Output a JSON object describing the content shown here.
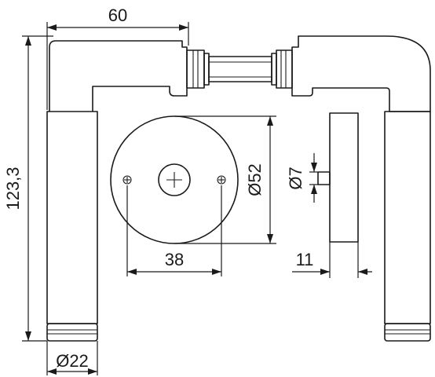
{
  "dimensions": {
    "lever_length": "60",
    "total_height": "123,3",
    "rosette_diameter": "Ø52",
    "screw_spacing": "38",
    "spindle_size": "Ø7",
    "rosette_thickness": "11",
    "grip_diameter": "Ø22"
  }
}
